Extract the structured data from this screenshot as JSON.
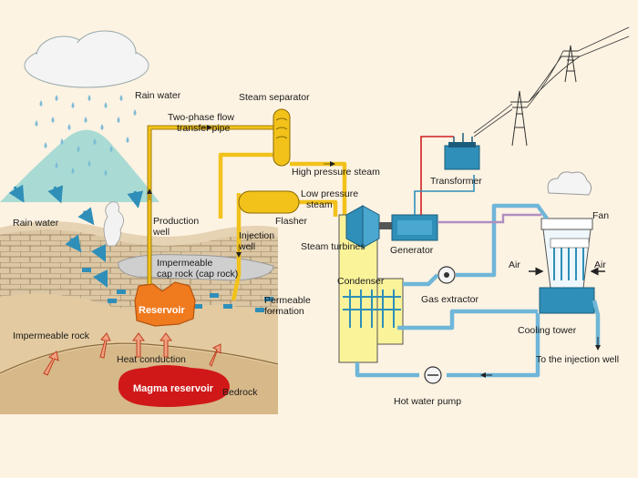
{
  "labels": {
    "rain_water_top": "Rain water",
    "rain_water_left": "Rain water",
    "steam_separator": "Steam separator",
    "two_phase_1": "Two-phase flow",
    "two_phase_2": "transfer pipe",
    "high_pressure_steam": "High pressure steam",
    "low_pressure_1": "Low pressure",
    "low_pressure_2": "steam",
    "flasher": "Flasher",
    "production_1": "Production",
    "production_2": "well",
    "injection_1": "Injection",
    "injection_2": "well",
    "steam_turbines": "Steam turbines",
    "generator": "Generator",
    "transformer": "Transformer",
    "fan": "Fan",
    "air_left": "Air",
    "air_right": "Air",
    "impermeable_cap_1": "Impermeable",
    "impermeable_cap_2": "cap rock (cap rock)",
    "reservoir": "Reservoir",
    "permeable_1": "Permeable",
    "permeable_2": "formation",
    "condenser": "Condenser",
    "gas_extractor": "Gas extractor",
    "cooling_tower": "Cooling tower",
    "impermeable_rock": "Impermeable rock",
    "heat_conduction": "Heat conduction",
    "magma_reservoir": "Magma reservoir",
    "bedrock": "Bedrock",
    "to_injection_well": "To the injection well",
    "hot_water_pump": "Hot water pump"
  },
  "colors": {
    "background": "#fdf3e3",
    "steam_pipe": "#f2c21b",
    "water_pipe": "#6fb6d8",
    "reservoir": "#f07a1e",
    "magma": "#d01818",
    "rock": "#d8c2a0",
    "mountain": "#a9dbd4",
    "equipment": "#2f8fb8",
    "condenser_body": "#fbf39a"
  }
}
